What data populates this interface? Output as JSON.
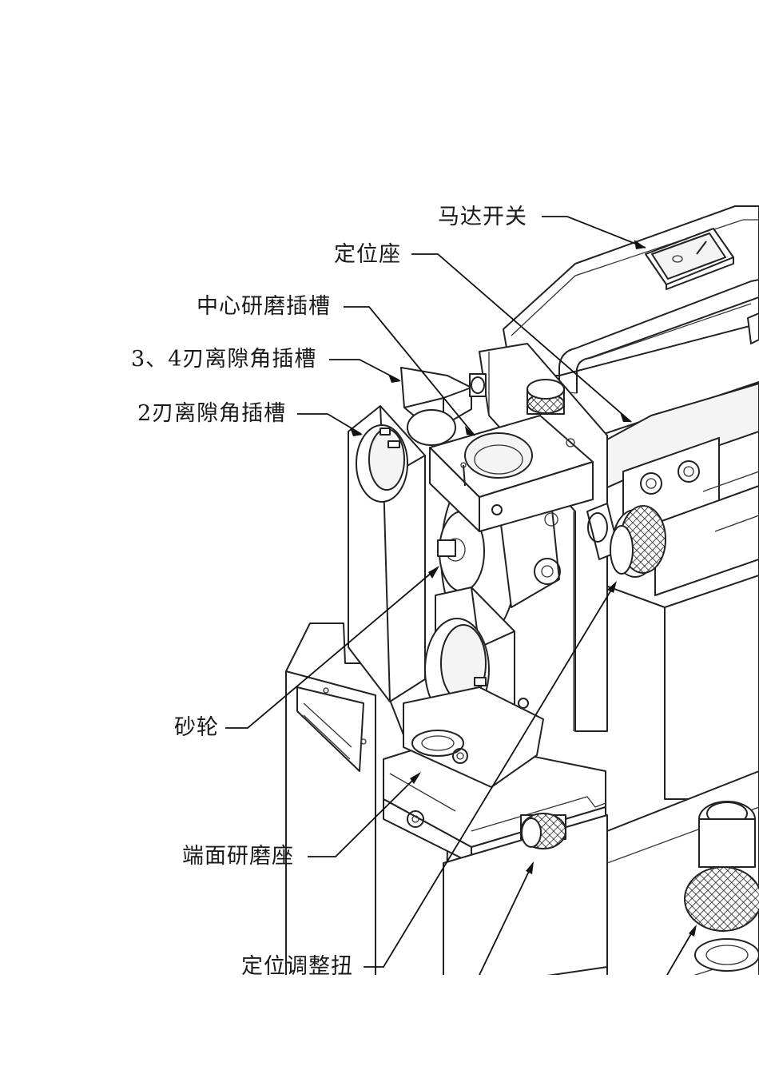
{
  "labels": {
    "motor_switch": "马达开关",
    "positioning_seat": "定位座",
    "center_grinding_slot": "中心研磨插槽",
    "edge_34_clearance_slot": "3、4刃离隙角插槽",
    "edge_2_clearance_slot": "2刃离隙角插槽",
    "grinding_wheel": "砂轮",
    "end_face_grinding_seat": "端面研磨座",
    "positioning_adjust_knob": "定位调整扭"
  },
  "colors": {
    "line": "#222222",
    "background": "#ffffff"
  }
}
